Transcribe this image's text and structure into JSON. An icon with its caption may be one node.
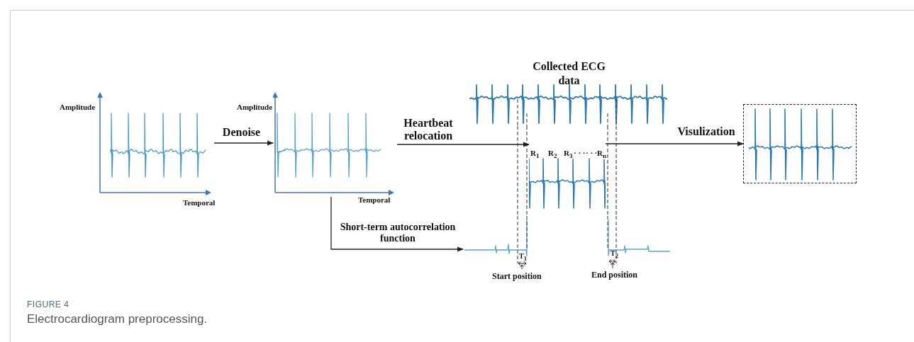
{
  "diagram": {
    "caption": "Electrocardiogram preprocessing.",
    "nodes": [
      {
        "text": [],
        "shape": "picture",
        "beside": [
          "Amplitude",
          "Temporal"
        ]
      },
      {
        "text": [],
        "shape": "picture",
        "beside": [
          "Amplitude",
          "Temporal"
        ]
      },
      {
        "text": [
          "Collected ECG data"
        ]
      },
      {
        "text": [
          "R$_{1}$",
          "R$_{2}$",
          "R$_{3}$",
          "· · ·",
          "· · ·",
          "R$_{n}$"
        ]
      },
      {
        "text": [
          "T$_{1}$",
          "T$_{2}$"
        ]
      },
      {
        "text": [],
        "shape": "box"
      }
    ],
    "edges": [
      {
        "from": 0,
        "to": 1,
        "arrow": "to",
        "label": "Denoise"
      },
      {
        "from": 1,
        "to": 3,
        "arrow": "to",
        "label": "Heartbeat relocation"
      },
      {
        "from": 1,
        "to": 4,
        "arrow": "to",
        "label": "Short-term autocorrelation function"
      },
      {
        "from": 3,
        "to": 5,
        "arrow": "to",
        "label": "Visulization"
      },
      {
        "from": 2,
        "to": 4,
        "arrow": "none",
        "style": "dashed"
      },
      {
        "from": 2,
        "to": 4,
        "arrow": "none",
        "style": "dashed"
      },
      {
        "from": 2,
        "to": 4,
        "arrow": "none",
        "style": "dashed"
      },
      {
        "from": 2,
        "to": 4,
        "arrow": "none",
        "style": "dashed"
      }
    ],
    "labels": [
      "Start position",
      "End position",
      "FIGURE 4"
    ]
  }
}
